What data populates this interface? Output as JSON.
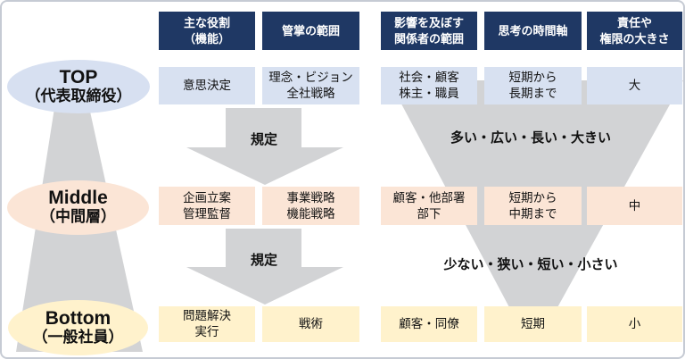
{
  "diagram_title": "organizational-hierarchy-roles-diagram",
  "levels": [
    {
      "en": "TOP",
      "ja": "（代表取締役）"
    },
    {
      "en": "Middle",
      "ja": "（中間層）"
    },
    {
      "en": "Bottom",
      "ja": "（一般社員）"
    }
  ],
  "columns": [
    {
      "header": "主な役割\n（機能）",
      "cells": [
        "意思決定",
        "企画立案\n管理監督",
        "問題解決\n実行"
      ]
    },
    {
      "header": "管掌の範囲",
      "cells": [
        "理念・ビジョン\n全社戦略",
        "事業戦略\n機能戦略",
        "戦術"
      ]
    },
    {
      "header": "影響を及ぼす\n関係者の範囲",
      "cells": [
        "社会・顧客\n株主・職員",
        "顧客・他部署\n部下",
        "顧客・同僚"
      ]
    },
    {
      "header": "思考の時間軸",
      "cells": [
        "短期から\n長期まで",
        "短期から\n中期まで",
        "短期"
      ]
    },
    {
      "header": "責任や\n権限の大きさ",
      "cells": [
        "大",
        "中",
        "小"
      ]
    }
  ],
  "annotations": {
    "regulation_top": "規定",
    "regulation_bottom": "規定",
    "funnel_top": "多い・広い・長い・大きい",
    "funnel_bottom": "少ない・狭い・短い・小さい"
  },
  "colors": {
    "header_bg": "#1f3864",
    "header_text": "#ffffff",
    "top_row_bg": "#d8e1f1",
    "middle_row_bg": "#fbe5d6",
    "bottom_row_bg": "#fff2cc",
    "shape_gray": "#d2d3d5",
    "text": "#111111"
  }
}
